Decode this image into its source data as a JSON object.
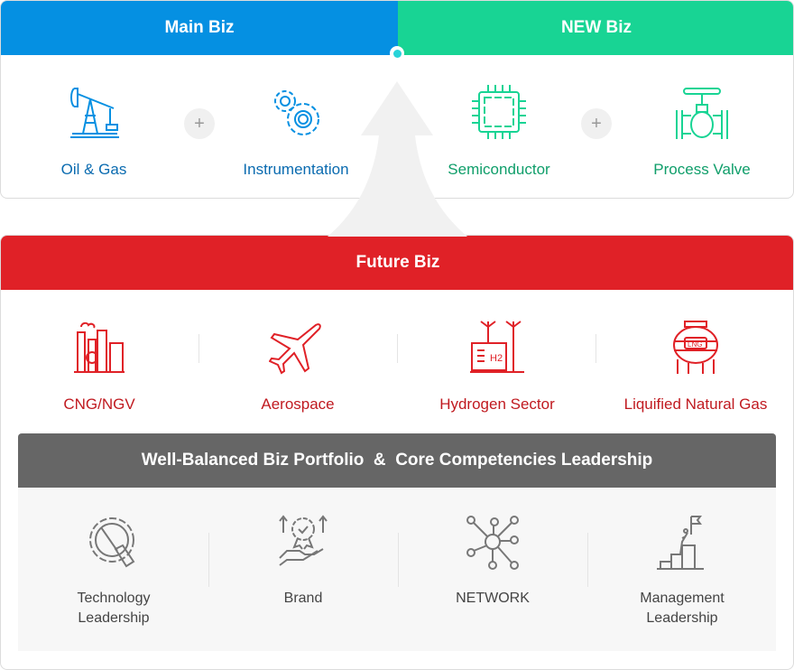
{
  "main_biz": {
    "title": "Main Biz",
    "color": "#0590E2",
    "items": [
      {
        "label": "Oil & Gas",
        "icon": "oil-pump-icon"
      },
      {
        "label": "Instrumentation",
        "icon": "gears-icon"
      }
    ],
    "plus": "+"
  },
  "new_biz": {
    "title": "NEW Biz",
    "color": "#18D494",
    "items": [
      {
        "label": "Semiconductor",
        "icon": "chip-icon"
      },
      {
        "label": "Process Valve",
        "icon": "valve-icon"
      }
    ],
    "plus": "+"
  },
  "future_biz": {
    "title": "Future Biz",
    "color": "#E02127",
    "items": [
      {
        "label": "CNG/NGV",
        "icon": "factory-icon"
      },
      {
        "label": "Aerospace",
        "icon": "airplane-icon"
      },
      {
        "label": "Hydrogen Sector",
        "icon": "hydrogen-icon"
      },
      {
        "label": "Liquified Natural Gas",
        "icon": "lng-tank-icon"
      }
    ]
  },
  "portfolio": {
    "title": "Well-Balanced Biz Portfolio  &  Core Competencies Leadership",
    "items": [
      {
        "line1": "Technology",
        "line2": "Leadership",
        "icon": "gear-wrench-icon"
      },
      {
        "line1": "Brand",
        "line2": "",
        "icon": "award-hand-icon"
      },
      {
        "line1": "NETWORK",
        "line2": "",
        "icon": "network-icon"
      },
      {
        "line1": "Management",
        "line2": "Leadership",
        "icon": "summit-flag-icon"
      }
    ]
  }
}
